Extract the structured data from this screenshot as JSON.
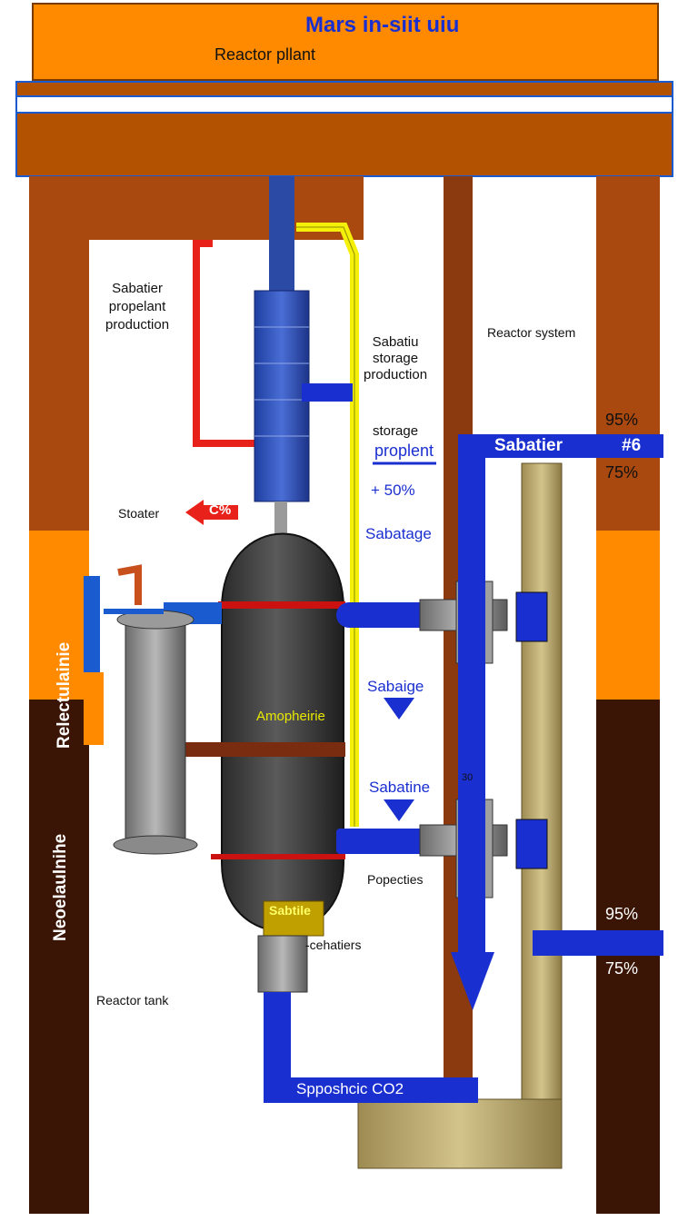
{
  "header": {
    "title": "Mars in-siit uiu",
    "subtitle": "Reactor pllant"
  },
  "labels": {
    "sabatier_production": [
      "Sabatier",
      "propelant",
      "production"
    ],
    "sabatiu_storage": [
      "Sabatiu",
      "storage",
      "production"
    ],
    "reactor_system": "Reactor system",
    "storage": "storage",
    "proplent": "proplent",
    "plus_50": "+ 50%",
    "sabatage": "Sabatage",
    "stoater": "Stoater",
    "c_percent": "C%",
    "sabatier_pipe": "Sabatier",
    "num_6": "#6",
    "pct_95_top": "95%",
    "pct_75_top": "75%",
    "pct_95_bottom": "95%",
    "pct_75_bottom": "75%",
    "sabaige": "Sabaige",
    "sabatine": "Sabatine",
    "amopheirie": "Amopheirie",
    "popecties": "Popecties",
    "sabtile": "Sabtile",
    "cehatiers": "-cehatiers",
    "reactor_tank": "Reactor tank",
    "spposhcic_co2": "Spposhcic CO2",
    "pipe_30": "30",
    "vertical_left_1": "Relectulainie",
    "vertical_left_2": "Neoelaulnihe"
  },
  "colors": {
    "header_orange": "#ff8a00",
    "frame_brown": "#b35200",
    "dark_brown": "#8b3a0f",
    "pipe_blue": "#1a2fd0",
    "pipe_yellow": "#f4f00a",
    "pipe_red": "#e8221a",
    "pipe_tan": "#b9a76a",
    "tank_dark": "#3c3c3c",
    "tank_grey": "#8c8c8c"
  }
}
